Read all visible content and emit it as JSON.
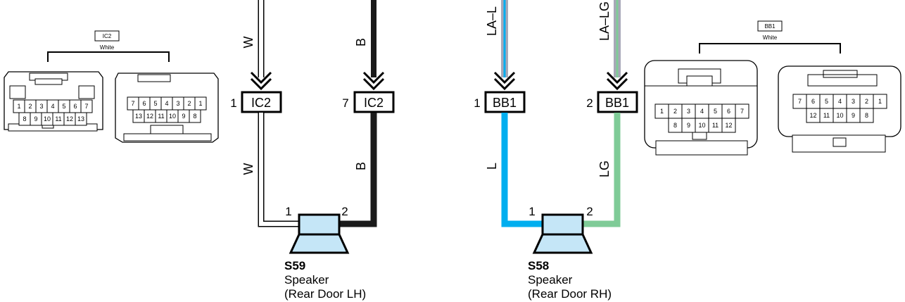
{
  "connector_views": {
    "ic2": {
      "tag": "IC2",
      "color": "White",
      "female_rows": [
        [
          "1",
          "2",
          "3",
          "4",
          "5",
          "6",
          "7"
        ],
        [
          "8",
          "9",
          "10",
          "11",
          "12",
          "13"
        ]
      ],
      "male_rows": [
        [
          "7",
          "6",
          "5",
          "4",
          "3",
          "2",
          "1"
        ],
        [
          "13",
          "12",
          "11",
          "10",
          "9",
          "8"
        ]
      ]
    },
    "bb1": {
      "tag": "BB1",
      "color": "White",
      "female_rows": [
        [
          "1",
          "2",
          "3",
          "4",
          "5",
          "6",
          "7"
        ],
        [
          "8",
          "9",
          "10",
          "11",
          "12"
        ]
      ],
      "male_rows": [
        [
          "7",
          "6",
          "5",
          "4",
          "3",
          "2",
          "1"
        ],
        [
          "12",
          "11",
          "10",
          "9",
          "8"
        ]
      ]
    }
  },
  "circuit_lh": {
    "wire_top_left": "W",
    "wire_top_right": "B",
    "conn_left": {
      "pin": "1",
      "name": "IC2"
    },
    "conn_right": {
      "pin": "7",
      "name": "IC2"
    },
    "wire_bottom_left": "W",
    "wire_bottom_right": "B",
    "speaker_pin_1": "1",
    "speaker_pin_2": "2",
    "component_id": "S59",
    "component_name": "Speaker",
    "component_location": "(Rear Door LH)"
  },
  "circuit_rh": {
    "wire_top_left": "LA–L",
    "wire_top_right": "LA–LG",
    "conn_left": {
      "pin": "1",
      "name": "BB1"
    },
    "conn_right": {
      "pin": "2",
      "name": "BB1"
    },
    "wire_bottom_left": "L",
    "wire_bottom_right": "LG",
    "speaker_pin_1": "1",
    "speaker_pin_2": "2",
    "component_id": "S58",
    "component_name": "Speaker",
    "component_location": "(Rear Door RH)"
  },
  "colors": {
    "wire_white": "#ffffff",
    "wire_black": "#1a1a1a",
    "wire_blue": "#00aeef",
    "wire_light_green": "#7fcb97",
    "wire_gray": "#a8a8b8",
    "speaker_fill": "#c5e6f7"
  }
}
